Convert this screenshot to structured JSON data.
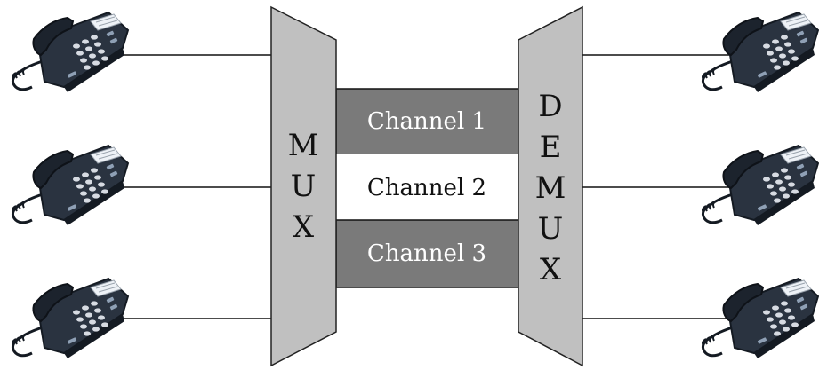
{
  "colors": {
    "background": "#ffffff",
    "mux_fill": "#c0c0c0",
    "mux_stroke": "#222222",
    "channel_dark": "#7a7a7a",
    "channel_light": "#ffffff",
    "channel_text_on_dark": "#ffffff",
    "channel_text_on_light": "#111111",
    "line": "#111111",
    "phone_body": "#2a3340",
    "phone_body_dark": "#141a22",
    "phone_key": "#d7dbe2",
    "phone_screen": "#eef2f7"
  },
  "mux": {
    "letters": [
      "M",
      "U",
      "X"
    ]
  },
  "demux": {
    "letters": [
      "D",
      "E",
      "M",
      "U",
      "X"
    ]
  },
  "channels": [
    {
      "label": "Channel 1",
      "shaded": true
    },
    {
      "label": "Channel 2",
      "shaded": false
    },
    {
      "label": "Channel 3",
      "shaded": true
    }
  ],
  "phones": {
    "left": [
      {
        "icon": "telephone-icon"
      },
      {
        "icon": "telephone-icon"
      },
      {
        "icon": "telephone-icon"
      }
    ],
    "right": [
      {
        "icon": "telephone-icon"
      },
      {
        "icon": "telephone-icon"
      },
      {
        "icon": "telephone-icon"
      }
    ]
  }
}
